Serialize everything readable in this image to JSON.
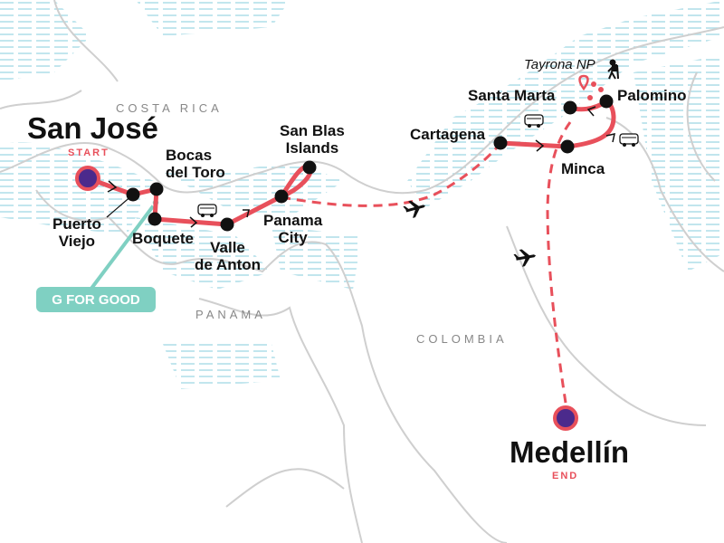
{
  "countries": {
    "costa_rica": "COSTA RICA",
    "panama": "PANAMA",
    "colombia": "COLOMBIA"
  },
  "start": {
    "city": "San José",
    "tag": "START"
  },
  "end": {
    "city": "Medellín",
    "tag": "END"
  },
  "stops": {
    "puerto_viejo": "Puerto\nViejo",
    "bocas": "Bocas\ndel Toro",
    "boquete": "Boquete",
    "valle": "Valle\nde Anton",
    "panama_city": "Panama\nCity",
    "san_blas": "San Blas\nIslands",
    "cartagena": "Cartagena",
    "minca": "Minca",
    "santa_marta": "Santa Marta",
    "palomino": "Palomino"
  },
  "poi": {
    "tayrona": "Tayrona NP"
  },
  "badge": "G FOR GOOD",
  "colors": {
    "route": "#e8505b",
    "start_end_fill": "#4b2a8c",
    "water": "#a9dbe6",
    "land": "#cfcfcf",
    "g_for_good": "#7fd0c2"
  },
  "icons": [
    "bus-icon",
    "plane-icon",
    "hiker-icon",
    "pin-icon"
  ]
}
